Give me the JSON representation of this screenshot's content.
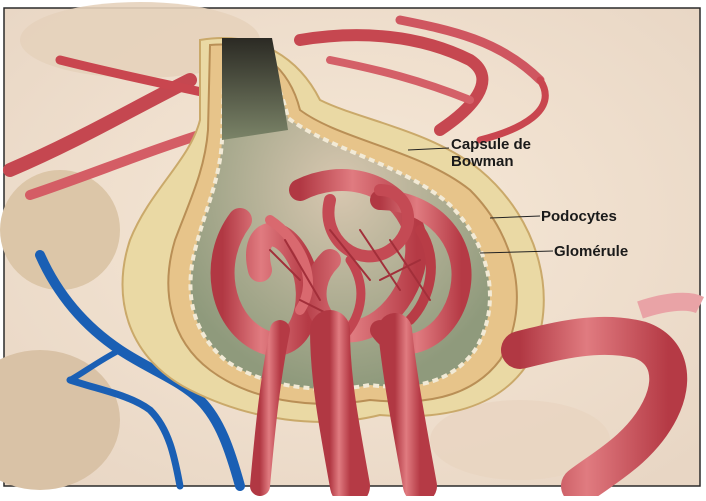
{
  "labels": {
    "capsule": "Capsule de Bowman",
    "podocytes": "Podocytes",
    "glomerule": "Glomérule"
  },
  "colors": {
    "background": "#ffffff",
    "frame": "#2a2a2a",
    "artery": "#c9464f",
    "artery_highlight": "#e58a8c",
    "capsule_fill": "#e9c98c",
    "capsule_inner": "#8f9a7c",
    "vein": "#1a5fb4",
    "fat": "#ead9a4"
  }
}
